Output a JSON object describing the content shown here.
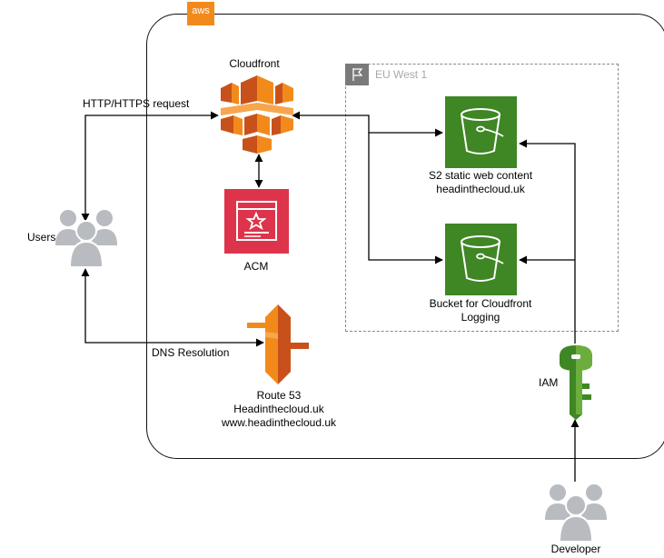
{
  "aws_badge": {
    "label": "aws",
    "color": "#f28a1b"
  },
  "region": {
    "label": "EU West 1"
  },
  "nodes": {
    "cloudfront": {
      "label": "Cloudfront",
      "icon": "cloudfront-icon"
    },
    "acm": {
      "label": "ACM",
      "icon": "certificate-manager-icon"
    },
    "route53": {
      "line1": "Route 53",
      "line2": "Headinthecloud.uk",
      "line3": "www.headinthecloud.uk",
      "icon": "route53-icon"
    },
    "users": {
      "label": "Users",
      "icon": "users-icon"
    },
    "s3_static": {
      "line1": "S2 static web content",
      "line2": "headinthecloud.uk",
      "icon": "s3-bucket-icon"
    },
    "s3_logging": {
      "line1": "Bucket for Cloudfront",
      "line2": "Logging",
      "icon": "s3-bucket-icon"
    },
    "iam": {
      "label": "IAM",
      "icon": "iam-key-icon"
    },
    "developer": {
      "label": "Developer",
      "icon": "users-icon"
    }
  },
  "edges": {
    "http": {
      "label": "HTTP/HTTPS request"
    },
    "dns": {
      "label": "DNS Resolution"
    }
  },
  "colors": {
    "orange": "#f28a1b",
    "orange_dark": "#c8511b",
    "red": "#dd344c",
    "green": "#3f8624",
    "green_light": "#6cae3e",
    "gray_user": "#b8bbbf"
  }
}
